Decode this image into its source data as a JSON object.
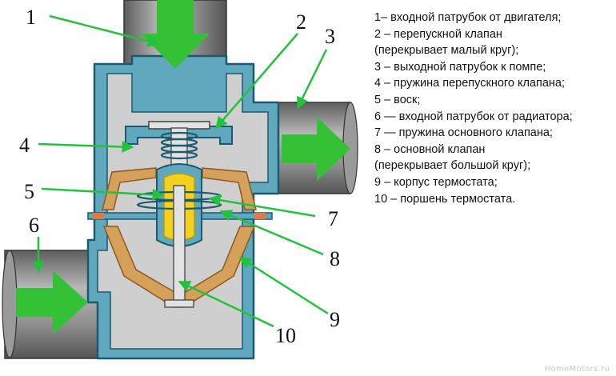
{
  "diagram": {
    "labels": [
      "1",
      "2",
      "3",
      "4",
      "5",
      "6",
      "7",
      "8",
      "9",
      "10"
    ]
  },
  "legend": {
    "items": [
      "1– входной патрубок от двигателя;",
      "2 – перепускной клапан",
      "(перекрывает малый круг);",
      "3 – выходной патрубок к помпе;",
      "4 – пружина перепускного клапана;",
      "5 – воск;",
      "6 — входной патрубок от радиатора;",
      "7 — пружина основного клапана;",
      "8 – основной клапан",
      "(перекрывает большой круг);",
      "9 – корпус термостата;",
      "10 – поршень термостата."
    ]
  },
  "watermark": "HomeMotors.ru",
  "colors": {
    "housing": "#60a8bd",
    "housing_outline": "#1d5a70",
    "interior": "#cfcfcf",
    "pipe": "#8e8e8e",
    "flow_arrow": "#35c135",
    "wax": "#f2d21f",
    "valve": "#d4a05a",
    "pointer": "#23c23c"
  }
}
